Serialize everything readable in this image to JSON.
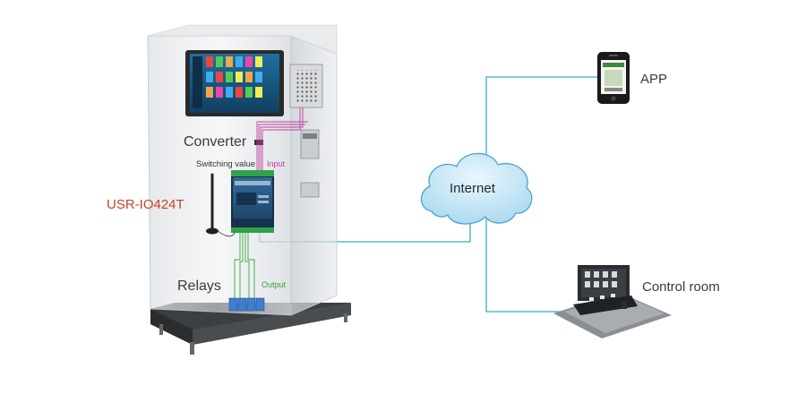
{
  "labels": {
    "converter": "Converter",
    "switching_value": "Switching value",
    "input": "Input",
    "device": "USR-IO424T",
    "relays": "Relays",
    "output": "Output",
    "internet": "Internet",
    "app": "APP",
    "control_room": "Control room"
  },
  "colors": {
    "network_line": "#39aac8",
    "input_wires": "#c23fa2",
    "output_wires": "#3aa83a",
    "device_label": "#c8412a",
    "cloud_fill": "#bfe4f5",
    "cloud_stroke": "#4aa3cf"
  },
  "icons": {
    "cloud": "cloud-icon",
    "phone": "smartphone-icon",
    "control_room": "control-desk-icon",
    "antenna": "antenna-icon"
  }
}
